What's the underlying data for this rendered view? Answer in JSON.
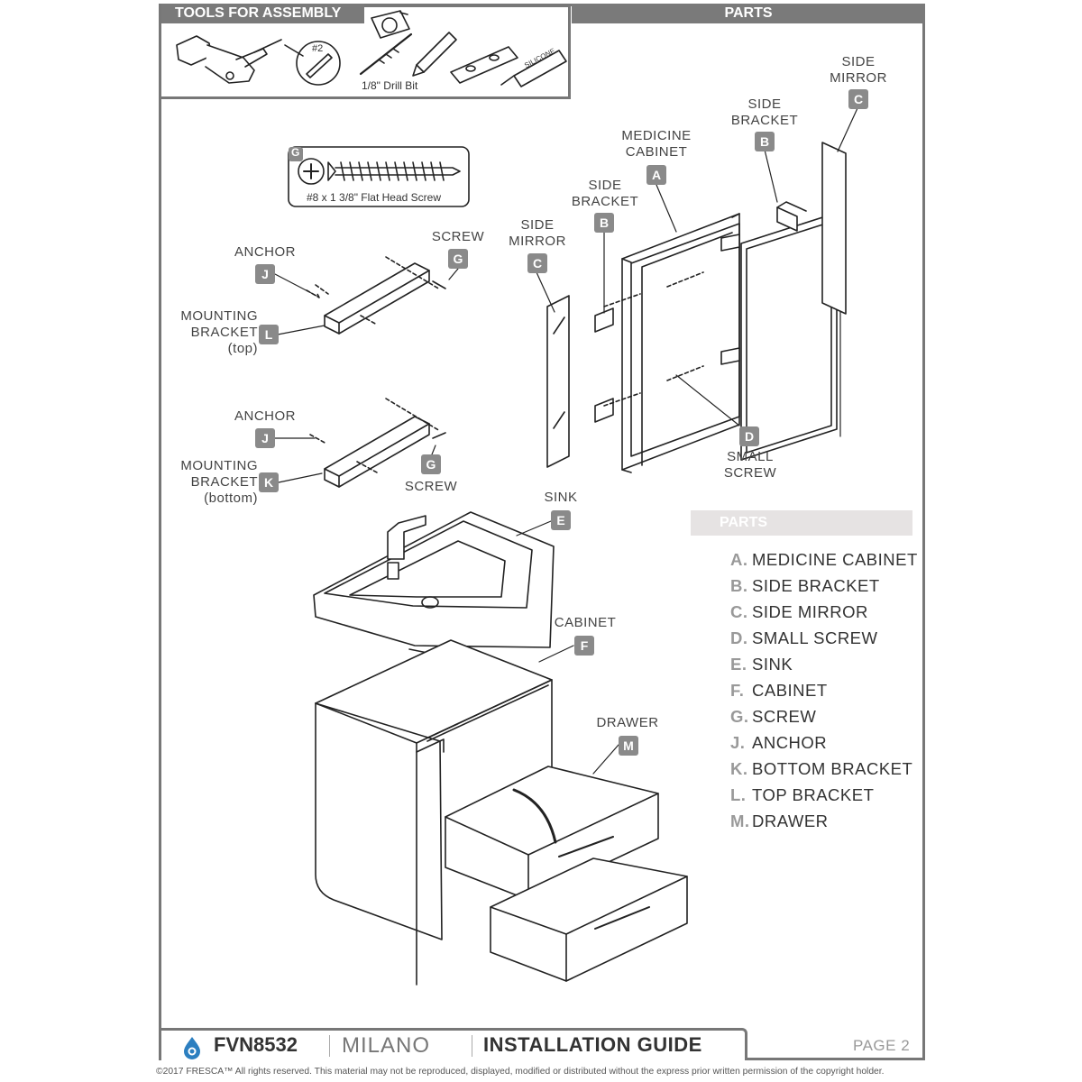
{
  "headers": {
    "tools": "TOOLS FOR ASSEMBLY",
    "parts": "PARTS"
  },
  "tools": {
    "drill_bit": "1/8\" Drill Bit",
    "screwdriver_size": "#2",
    "silicone": "SILICONE"
  },
  "screw_callout": {
    "letter": "G",
    "text": "#8 x 1 3/8\" Flat Head Screw"
  },
  "callouts": [
    {
      "label": "SIDE\nMIRROR",
      "letter": "C"
    },
    {
      "label": "SIDE\nBRACKET",
      "letter": "B"
    },
    {
      "label": "MEDICINE\nCABINET",
      "letter": "A"
    },
    {
      "label": "SIDE\nBRACKET",
      "letter": "B"
    },
    {
      "label": "SIDE\nMIRROR",
      "letter": "C"
    },
    {
      "label": "SCREW",
      "letter": "G"
    },
    {
      "label": "ANCHOR",
      "letter": "J"
    },
    {
      "label": "MOUNTING\nBRACKET\n(top)",
      "letter": "L"
    },
    {
      "label": "ANCHOR",
      "letter": "J"
    },
    {
      "label": "MOUNTING\nBRACKET\n(bottom)",
      "letter": "K"
    },
    {
      "label": "SCREW",
      "letter": "G"
    },
    {
      "label": "SMALL\nSCREW",
      "letter": "D"
    },
    {
      "label": "SINK",
      "letter": "E"
    },
    {
      "label": "CABINET",
      "letter": "F"
    },
    {
      "label": "DRAWER",
      "letter": "M"
    }
  ],
  "legend": {
    "title": "PARTS",
    "items": [
      {
        "key": "A.",
        "name": "MEDICINE CABINET"
      },
      {
        "key": "B.",
        "name": "SIDE BRACKET"
      },
      {
        "key": "C.",
        "name": "SIDE MIRROR"
      },
      {
        "key": "D.",
        "name": "SMALL SCREW"
      },
      {
        "key": "E.",
        "name": "SINK"
      },
      {
        "key": "F.",
        "name": "CABINET"
      },
      {
        "key": "G.",
        "name": "SCREW"
      },
      {
        "key": "J.",
        "name": "ANCHOR"
      },
      {
        "key": "K.",
        "name": "BOTTOM BRACKET"
      },
      {
        "key": "L.",
        "name": "TOP BRACKET"
      },
      {
        "key": "M.",
        "name": "DRAWER"
      }
    ]
  },
  "footer": {
    "model": "FVN8532",
    "series": "MILANO",
    "guide": "INSTALLATION GUIDE",
    "page": "PAGE 2"
  },
  "copyright": "©2017 FRESCA™ All rights reserved. This material may not be reproduced, displayed, modified or distributed without the express prior written permission of the copyright holder.",
  "colors": {
    "frame": "#777777",
    "header_bg": "#7a7a7a",
    "tag_bg": "#8a8a8a",
    "legend_header_bg": "#e6e3e3",
    "logo": "#2c7fc0"
  }
}
